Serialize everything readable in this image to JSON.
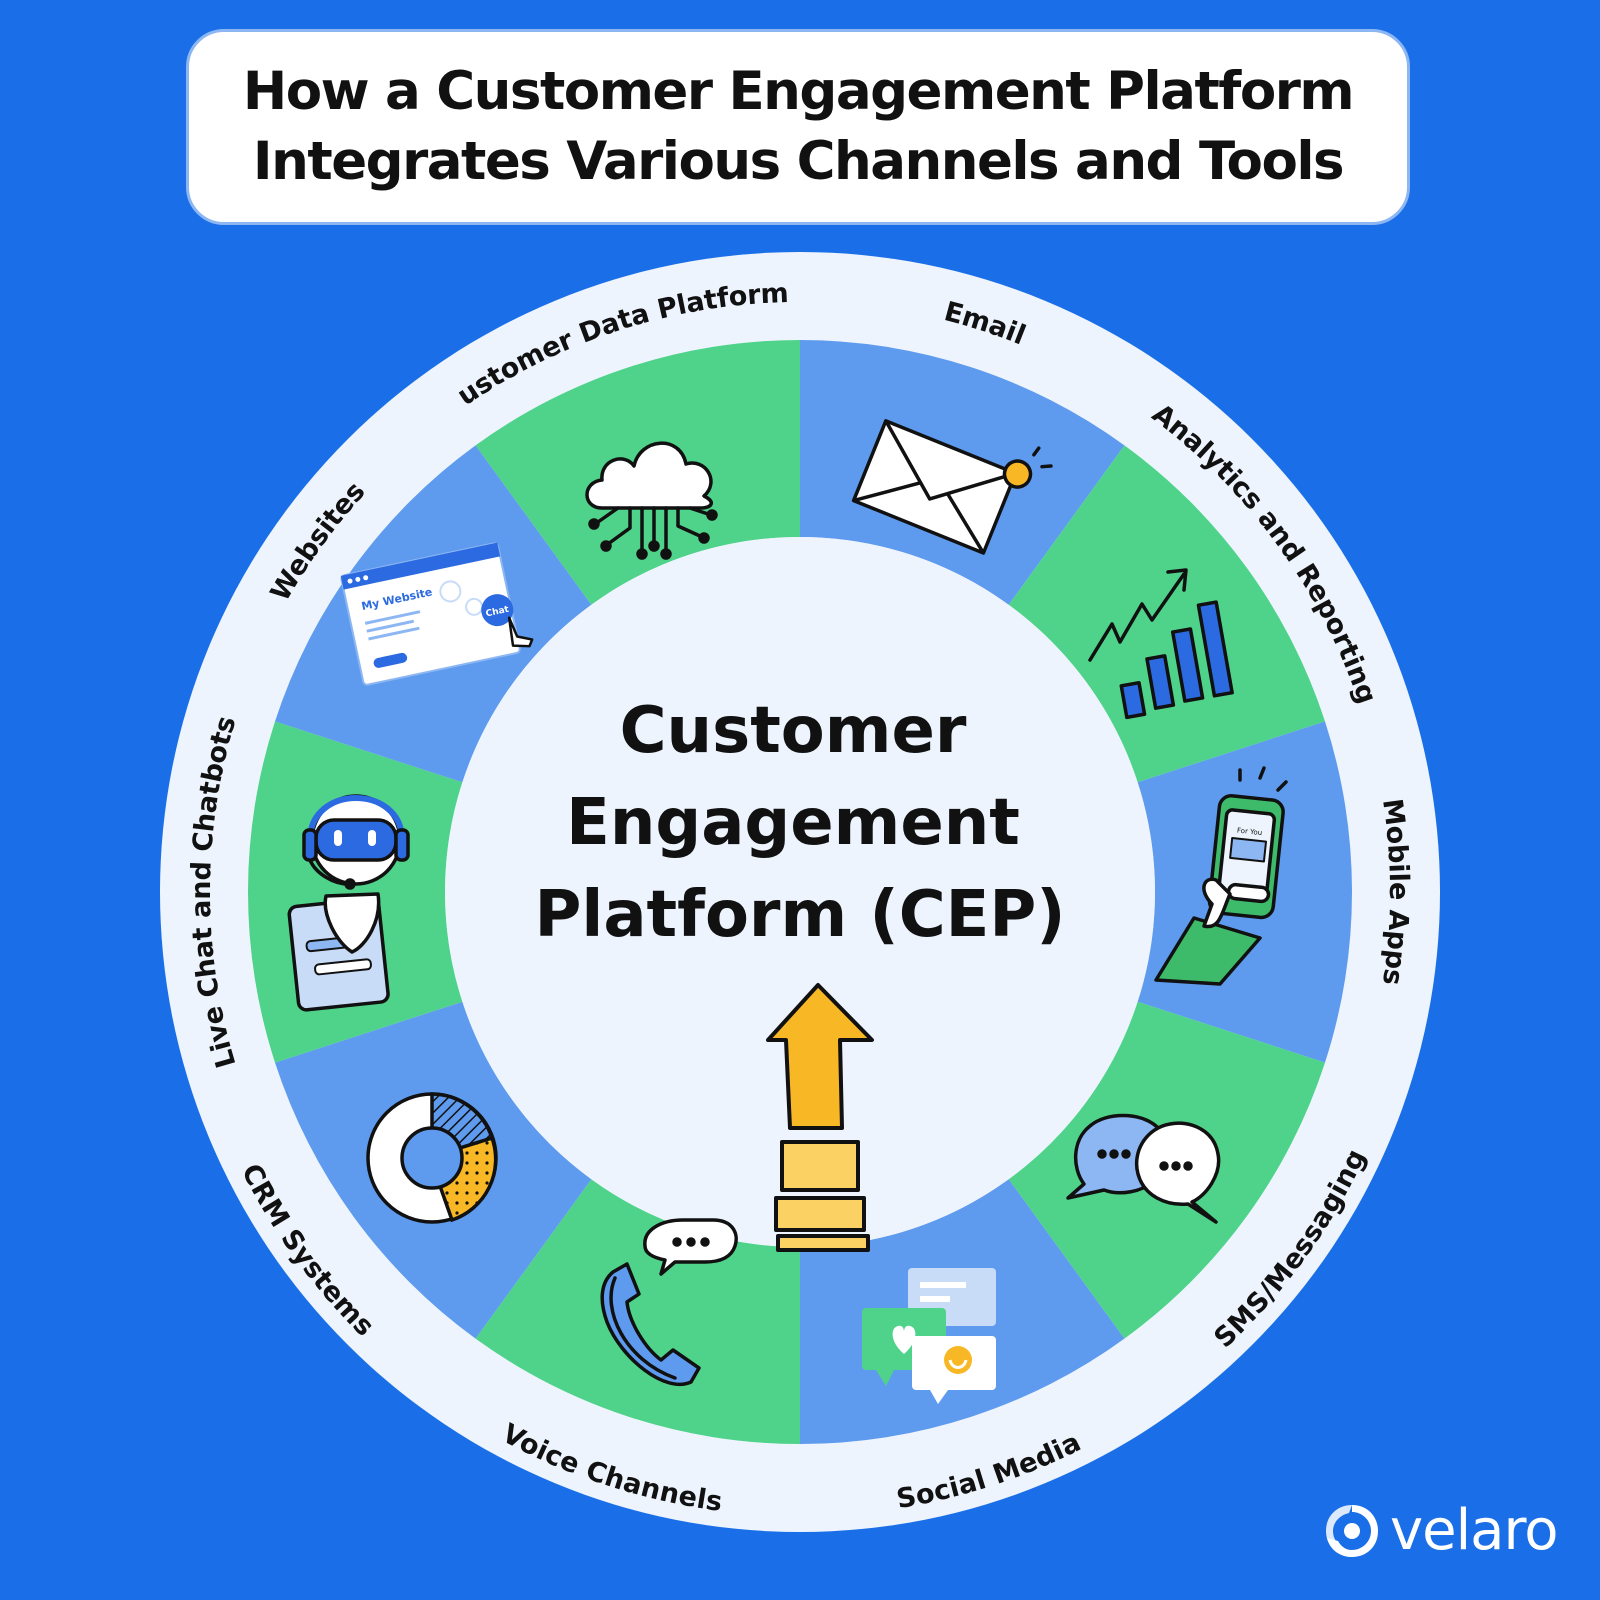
{
  "title": {
    "line1": "How a Customer Engagement Platform",
    "line2": "Integrates Various Channels and Tools"
  },
  "center": {
    "line1": "Customer",
    "line2": "Engagement",
    "line3": "Platform  (CEP)"
  },
  "segments": [
    {
      "label": "Customer Data Platforms",
      "icon": "cloud-network-icon",
      "fill": "green"
    },
    {
      "label": "Email",
      "icon": "envelope-notification-icon",
      "fill": "blue"
    },
    {
      "label": "Analytics and Reporting",
      "icon": "rising-bar-chart-icon",
      "fill": "green"
    },
    {
      "label": "Mobile Apps",
      "icon": "hand-holding-phone-icon",
      "fill": "blue"
    },
    {
      "label": "SMS/Messaging",
      "icon": "speech-bubbles-icon",
      "fill": "green"
    },
    {
      "label": "Social Media",
      "icon": "social-reactions-icon",
      "fill": "blue"
    },
    {
      "label": "Voice Channels",
      "icon": "phone-call-icon",
      "fill": "green"
    },
    {
      "label": "CRM Systems",
      "icon": "donut-chart-icon",
      "fill": "blue"
    },
    {
      "label": "Live Chat and Chatbots",
      "icon": "robot-agent-icon",
      "fill": "green"
    },
    {
      "label": "Websites",
      "icon": "website-window-icon",
      "fill": "blue"
    }
  ],
  "website_icon": {
    "window_title": "My Website",
    "chat_label": "Chat",
    "app_label": "For You"
  },
  "brand": {
    "name": "velaro"
  },
  "colors": {
    "background": "#1a6fe8",
    "ring": "#edf4fd",
    "green": "#4fd38a",
    "blue": "#5e9bee",
    "accent_yellow": "#f8b826",
    "ink": "#111111"
  }
}
